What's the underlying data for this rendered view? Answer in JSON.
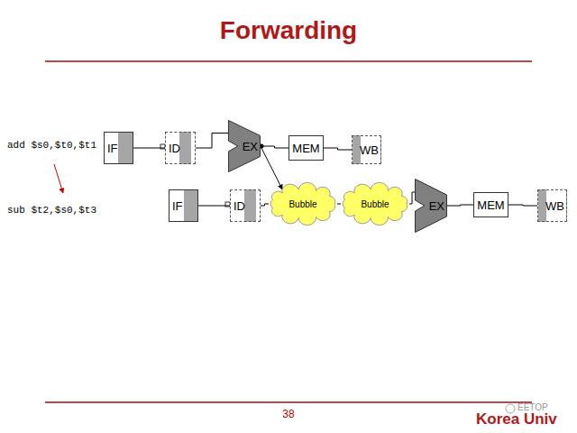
{
  "diagram": {
    "title": "Forwarding",
    "nodes": [
      {
        "text": [
          "IF"
        ]
      },
      {
        "text": [
          "ID"
        ]
      },
      {
        "text": [
          "EX"
        ]
      },
      {
        "text": [
          "MEM"
        ]
      },
      {
        "text": [
          "WB"
        ]
      },
      {
        "text": [
          "IF"
        ]
      },
      {
        "text": [
          "ID"
        ]
      },
      {
        "text": [
          "Bubble"
        ]
      },
      {
        "text": [
          "Bubble"
        ]
      },
      {
        "text": [
          "EX"
        ]
      },
      {
        "text": [
          "MEM"
        ]
      },
      {
        "text": [
          "WB"
        ]
      }
    ],
    "edges": [
      {
        "from": 0,
        "to": 1,
        "arrow": "none"
      },
      {
        "from": 1,
        "to": 2,
        "arrow": "none"
      },
      {
        "from": 2,
        "to": 3,
        "arrow": "none"
      },
      {
        "from": 3,
        "to": 4,
        "arrow": "none"
      },
      {
        "from": 2,
        "to": 7,
        "arrow": "to"
      },
      {
        "from": 5,
        "to": 6,
        "arrow": "none"
      },
      {
        "from": 6,
        "to": 7,
        "arrow": "none"
      },
      {
        "from": 7,
        "to": 8,
        "arrow": "none"
      },
      {
        "from": 8,
        "to": 9,
        "arrow": "none"
      },
      {
        "from": 9,
        "to": 10,
        "arrow": "none"
      },
      {
        "from": 10,
        "to": 11,
        "arrow": "none"
      }
    ],
    "labels": [
      "add $s0,$t0,$t1",
      "sub $t2,$s0,$t3",
      "38",
      "Korea Univ",
      "EETOP"
    ]
  }
}
